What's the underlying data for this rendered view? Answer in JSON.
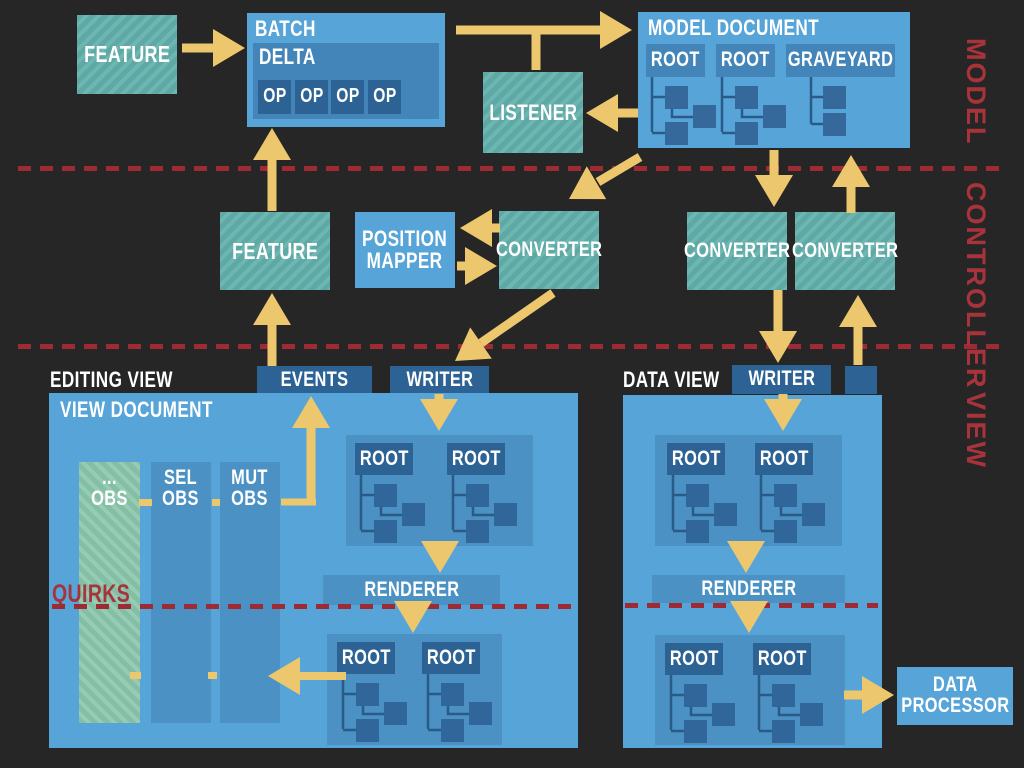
{
  "layer_labels": {
    "model": "MODEL",
    "controller": "CONTROLLER",
    "view": "VIEW"
  },
  "model": {
    "feature": "FEATURE",
    "batch": {
      "title": "BATCH",
      "delta": "DELTA",
      "ops": [
        "OP",
        "OP",
        "OP",
        "OP"
      ]
    },
    "listener": "LISTENER",
    "document": {
      "title": "MODEL DOCUMENT",
      "root1": "ROOT",
      "root2": "ROOT",
      "graveyard": "GRAVEYARD"
    }
  },
  "controller": {
    "feature": "FEATURE",
    "position_mapper": "POSITION\nMAPPER",
    "converter1": "CONVERTER",
    "converter2": "CONVERTER",
    "converter3": "CONVERTER"
  },
  "view": {
    "editing": {
      "label": "EDITING VIEW",
      "events": "EVENTS",
      "writer": "WRITER",
      "document_title": "VIEW DOCUMENT",
      "obs_other": "...\nOBS",
      "obs_sel": "SEL\nOBS",
      "obs_mut": "MUT\nOBS",
      "quirks": "QUIRKS",
      "renderer": "RENDERER",
      "top_root1": "ROOT",
      "top_root2": "ROOT",
      "bottom_root1": "ROOT",
      "bottom_root2": "ROOT"
    },
    "data": {
      "label": "DATA VIEW",
      "writer": "WRITER",
      "renderer": "RENDERER",
      "top_root1": "ROOT",
      "top_root2": "ROOT",
      "bottom_root1": "ROOT",
      "bottom_root2": "ROOT"
    },
    "data_processor": "DATA\nPROCESSOR"
  },
  "colors": {
    "background": "#262626",
    "box_blue": "#57a4d8",
    "box_medium_blue": "#4385b8",
    "box_dark_blue": "#2d6394",
    "teal": "#5ea9a5",
    "teal_stripe": "#6db6b1",
    "observer_green": "#84bfa5",
    "observer_green_stripe": "#95ccb3",
    "arrow_yellow": "#ecc76d",
    "accent_red": "#a8333b",
    "dash_red": "#9e2b33",
    "tree_line": "#2a5a86"
  }
}
